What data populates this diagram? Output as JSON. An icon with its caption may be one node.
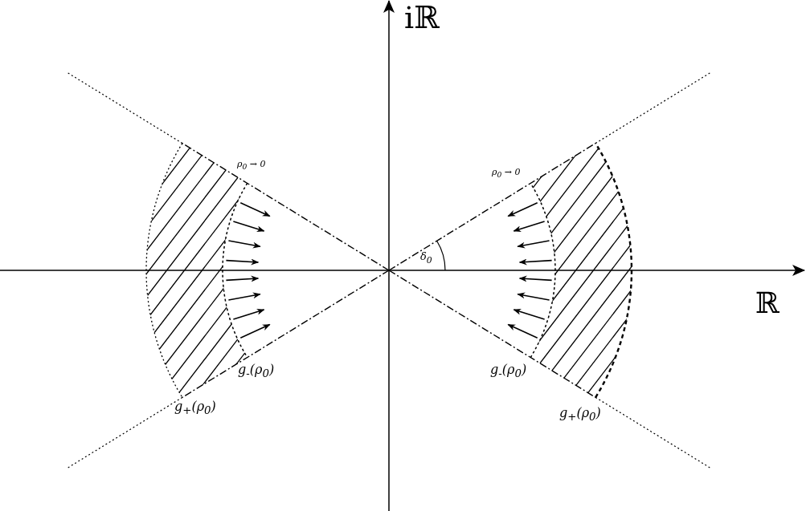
{
  "diagram": {
    "labels": [
      "iℝ",
      "ρ$_{0}$ → 0",
      "ρ$_{0}$ → 0",
      "δ$_{0}$",
      "ℝ",
      "g$_{-}$(ρ$_{0}$)",
      "g$_{-}$(ρ$_{0}$)",
      "g$_{+}$(ρ$_{0}$)",
      "g$_{+}$(ρ$_{0}$)"
    ]
  }
}
